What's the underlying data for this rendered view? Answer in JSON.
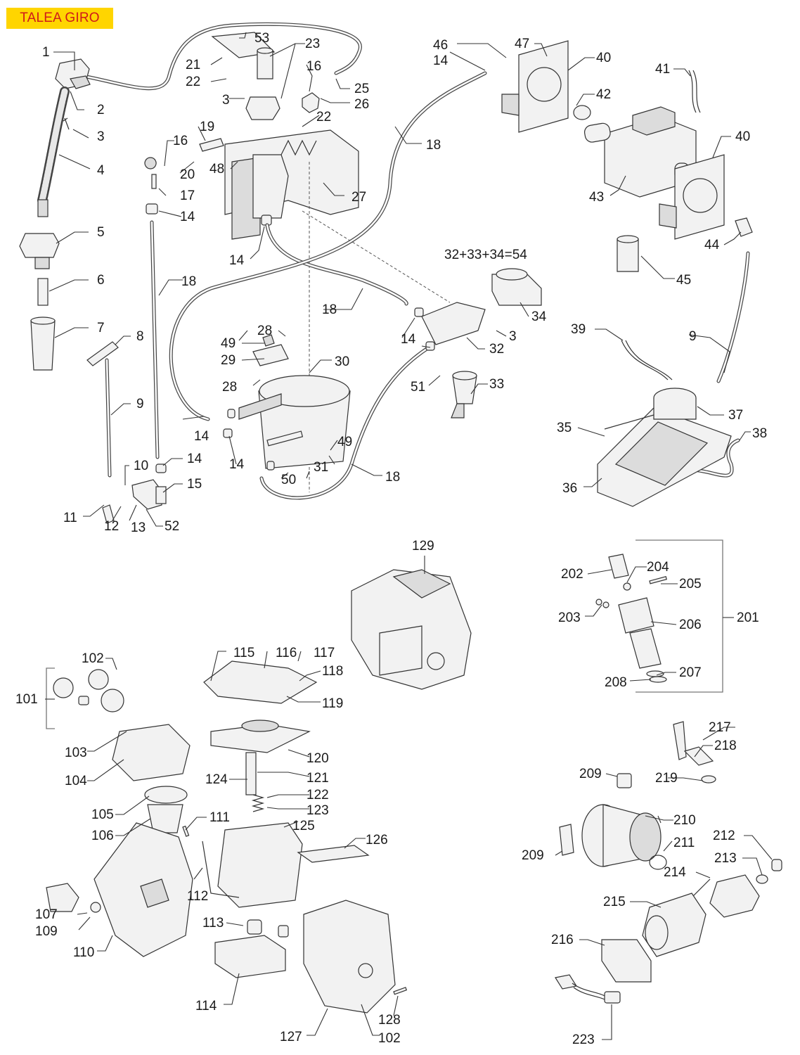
{
  "title": "TALEA GIRO",
  "formula": "32+33+34=54",
  "colors": {
    "badge_bg": "#ffd500",
    "badge_text": "#d01a1a"
  },
  "labels": {
    "l1": "1",
    "l2": "2",
    "l3a": "3",
    "l4": "4",
    "l5": "5",
    "l6": "6",
    "l7": "7",
    "l8": "8",
    "l9a": "9",
    "l10": "10",
    "l11": "11",
    "l12": "12",
    "l13": "13",
    "l14a": "14",
    "l14b": "14",
    "l14c": "14",
    "l14d": "14",
    "l14e": "14",
    "l14f": "14",
    "l14g": "14",
    "l15": "15",
    "l16a": "16",
    "l16b": "16",
    "l17": "17",
    "l18a": "18",
    "l18b": "18",
    "l18c": "18",
    "l18d": "18",
    "l19": "19",
    "l20": "20",
    "l21": "21",
    "l22a": "22",
    "l22b": "22",
    "l23": "23",
    "l3b": "3",
    "l3c": "3",
    "l25": "25",
    "l26": "26",
    "l27": "27",
    "l28a": "28",
    "l28b": "28",
    "l29": "29",
    "l30": "30",
    "l31": "31",
    "l32": "32",
    "l33": "33",
    "l34": "34",
    "l35": "35",
    "l36": "36",
    "l37": "37",
    "l38": "38",
    "l39": "39",
    "l9b": "9",
    "l40a": "40",
    "l40b": "40",
    "l41": "41",
    "l42": "42",
    "l43": "43",
    "l44": "44",
    "l45": "45",
    "l46": "46",
    "l47": "47",
    "l48": "48",
    "l49a": "49",
    "l49b": "49",
    "l50": "50",
    "l51": "51",
    "l52": "52",
    "l53": "53",
    "l101": "101",
    "l102a": "102",
    "l102b": "102",
    "l103": "103",
    "l104": "104",
    "l105": "105",
    "l106": "106",
    "l107": "107",
    "l109": "109",
    "l110": "110",
    "l111": "111",
    "l112": "112",
    "l113": "113",
    "l114": "114",
    "l115": "115",
    "l116": "116",
    "l117": "117",
    "l118": "118",
    "l119": "119",
    "l120": "120",
    "l121": "121",
    "l122": "122",
    "l123": "123",
    "l124": "124",
    "l125": "125",
    "l126": "126",
    "l127": "127",
    "l128": "128",
    "l129": "129",
    "l201": "201",
    "l202": "202",
    "l203": "203",
    "l204": "204",
    "l205": "205",
    "l206": "206",
    "l207": "207",
    "l208": "208",
    "l209a": "209",
    "l209b": "209",
    "l210": "210",
    "l211": "211",
    "l212": "212",
    "l213": "213",
    "l214": "214",
    "l215": "215",
    "l216": "216",
    "l217": "217",
    "l218": "218",
    "l219": "219",
    "l223": "223"
  }
}
